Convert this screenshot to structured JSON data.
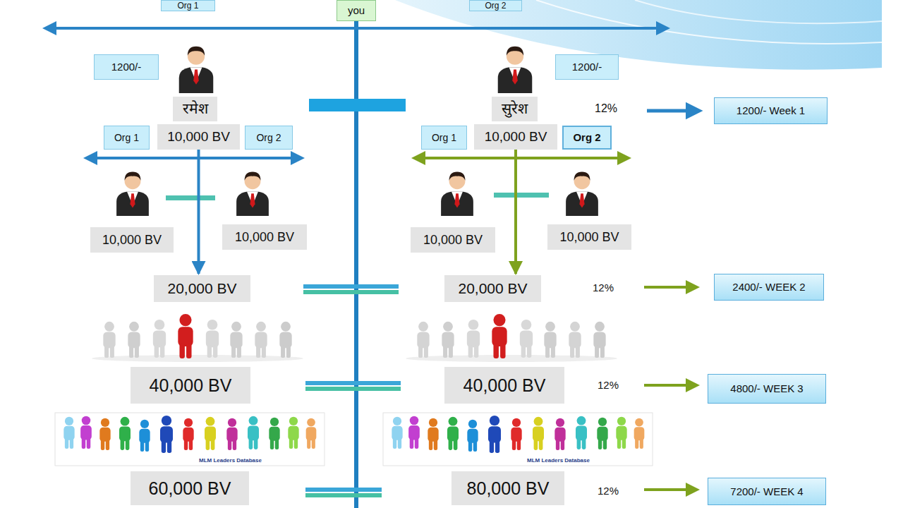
{
  "diagram": {
    "nodes": [
      {
        "text": [
          "Org 1"
        ]
      },
      {
        "text": [
          "you"
        ]
      },
      {
        "text": [
          "Org 2"
        ]
      },
      {
        "text": [
          "1200/-"
        ]
      },
      {
        "text": [
          "रमेश"
        ]
      },
      {
        "text": [
          "सुरेश"
        ]
      },
      {
        "text": [
          "1200/-"
        ]
      },
      {
        "text": [
          "1200/-  Week 1"
        ]
      },
      {
        "text": [
          "Org 1"
        ]
      },
      {
        "text": [
          "10,000 BV"
        ]
      },
      {
        "text": [
          "Org 2"
        ]
      },
      {
        "text": [
          "Org 1"
        ]
      },
      {
        "text": [
          "10,000 BV"
        ]
      },
      {
        "text": [
          "Org 2"
        ]
      },
      {
        "text": [
          "10,000 BV"
        ]
      },
      {
        "text": [
          "10,000 BV"
        ]
      },
      {
        "text": [
          "10,000 BV"
        ]
      },
      {
        "text": [
          "10,000 BV"
        ]
      },
      {
        "text": [
          "20,000 BV"
        ]
      },
      {
        "text": [
          "20,000 BV"
        ]
      },
      {
        "text": [
          "2400/- WEEK 2"
        ]
      },
      {
        "text": [
          "40,000 BV"
        ]
      },
      {
        "text": [
          "40,000 BV"
        ]
      },
      {
        "text": [
          "4800/- WEEK 3"
        ]
      },
      {
        "text": [
          "60,000 BV"
        ]
      },
      {
        "text": [
          "80,000 BV"
        ]
      },
      {
        "text": [
          "7200/- WEEK 4"
        ]
      }
    ],
    "edges": [
      {
        "from": 9,
        "to": 18,
        "arrow": "to"
      },
      {
        "from": 12,
        "to": 19,
        "arrow": "to"
      }
    ],
    "labels": [
      "12%",
      "12%",
      "12%",
      "12%",
      "MLM Leaders Database",
      "MLM Leaders Database"
    ]
  }
}
